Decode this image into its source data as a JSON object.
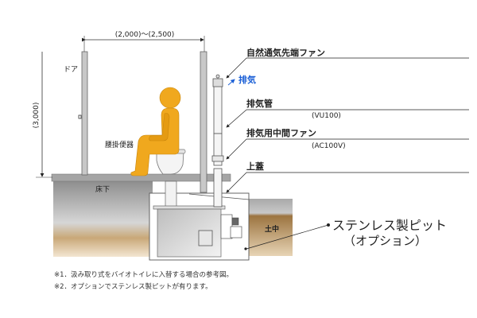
{
  "dimensions": {
    "width_label": "(2,000)～(2,500)",
    "height_label": "(3,000)"
  },
  "room": {
    "door_label": "ドア",
    "toilet_label": "腰掛便器",
    "underfloor_label": "床下",
    "soil_label": "土中"
  },
  "callouts": {
    "fan_tip": "自然通気先端ファン",
    "exhaust": "排気",
    "exhaust_pipe": "排気管",
    "exhaust_pipe_spec": "(VU100)",
    "middle_fan": "排気用中間ファン",
    "middle_fan_spec": "(AC100V)",
    "lid": "上蓋",
    "pit_line1": "ステンレス製ピット",
    "pit_line2": "（オプション）"
  },
  "notes": [
    "※1．汲み取り式をバイオトイレに入替する場合の参考図。",
    "※2．オプションでステンレス製ピットが有ります。"
  ],
  "colors": {
    "person": "#f0a81e",
    "exhaust": "#1a5fd6",
    "soil": "#a07a45",
    "floor": "#9a9a9a"
  }
}
